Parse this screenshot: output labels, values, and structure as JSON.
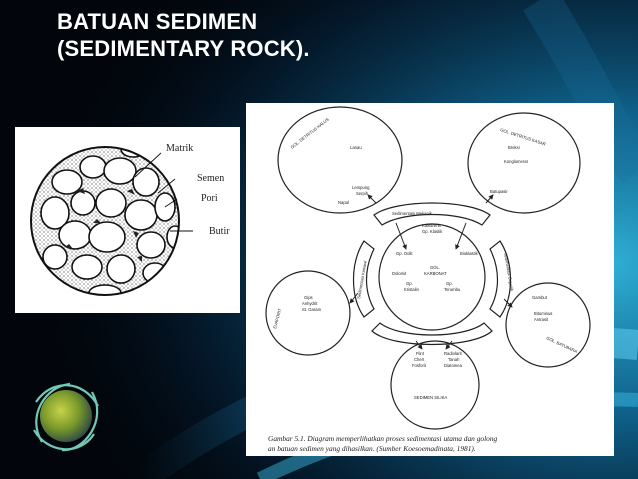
{
  "slide": {
    "title_line1": "BATUAN SEDIMEN",
    "title_line2": "(SEDIMENTARY ROCK).",
    "colors": {
      "background_dark": "#02060c",
      "glow_blue": "#1aa6d8",
      "title": "#ffffff"
    }
  },
  "figure_left": {
    "labels": {
      "matrik": "Matrik",
      "semen": "Semen",
      "pori": "Pori",
      "butir": "Butir"
    }
  },
  "figure_right": {
    "detritus_halus": {
      "title": "GOL. DETRITUS HALUS",
      "lanau": "Lanau",
      "lempung": "Lempung",
      "serpih": "Serpih",
      "napal": "Napal"
    },
    "detritus_kasar": {
      "title": "GOL. DETRITUS KASAR",
      "breksi": "Breksi",
      "konglomerat": "Konglomerat",
      "batupasir": "Batupasir"
    },
    "sedimentasi_mekanik": "Sedimentasi Mekanik",
    "kalkarenit": "Kalkarenit",
    "gp_klastik": "Gp. Klastik",
    "karbonat": {
      "title1": "GOL.",
      "title2": "KARBONAT",
      "gp_oolit": "Gp. Oolit",
      "bioklastik": "Bioklastik",
      "dolomit": "Dolomit",
      "gp_kristalin1": "Gp.",
      "gp_kristalin2": "Kristalin",
      "gp_terumbu1": "Gp.",
      "gp_terumbu2": "Terumbu"
    },
    "sedimentasi_kimiawi": "Sedimentasi Kimiawi",
    "sedimentasi_organik": "Sedimentasi Organik",
    "evaporit": {
      "title": "EVAPORIT",
      "gips": "Gips",
      "anhydrit": "Anhydrit",
      "st_garam": "St. Garam"
    },
    "batubara": {
      "title": "GOL. BATUBARA",
      "gambut": "Gambut",
      "bitumina": "Bituminus",
      "antrasit": "Antrasit"
    },
    "silika": {
      "title": "SEDIMEN SILIKA",
      "flint": "Flint",
      "chert": "Chert",
      "fosforit": "Fosforit",
      "radiolarit": "Radiolarit",
      "tanah": "Tanah",
      "diatomea": "Diatomea"
    },
    "caption_line1": "Gambar 5.1. Diagram memperlihatkan proses sedimentasi utama dan golong",
    "caption_line2": "an batuan sedimen yang dihasilkan. (Sumber Koesoemadinata, 1981)."
  }
}
